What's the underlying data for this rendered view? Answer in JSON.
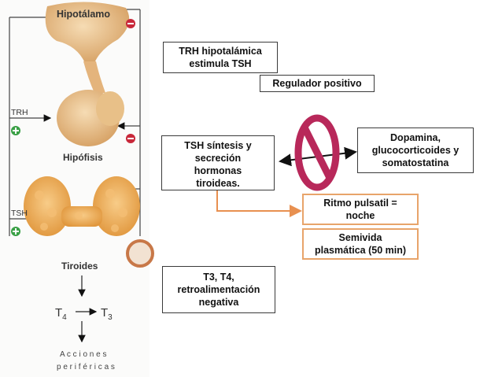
{
  "figure": {
    "hypothalamus_label": "Hipotálamo",
    "trh_label": "TRH",
    "pituitary_label": "Hipófisis",
    "tsh_label": "TSH",
    "thyroid_label": "Tiroides",
    "t4_label": "T",
    "t4_sub": "4",
    "t3_label": "T",
    "t3_sub": "3",
    "actions_line1": "A c c i o n e s",
    "actions_line2": "p e r i f é r i c a s"
  },
  "boxes": {
    "trh_stimulates": "TRH  hipotalámica\nestimula  TSH",
    "positive_regulator": "Regulador positivo",
    "tsh_synthesis": "TSH síntesis y\nsecreción\nhormonas\ntiroideas.",
    "inhibitors": "Dopamina,\nglucocorticoides y\nsomatostatina",
    "pulsatile_rhythm": "Ritmo pulsatil =\nnoche",
    "half_life": "Semivida\nplasmática (50 min)",
    "negative_feedback": "T3, T4,\nretroalimentación\nnegativa"
  },
  "colors": {
    "gland": "#e8c088",
    "thyroid": "#f0b468",
    "prohibit_sign": "#b8285a",
    "plus_sign": "#3aa046",
    "minus_sign": "#c8283a",
    "orange_border": "#e8a46a"
  }
}
